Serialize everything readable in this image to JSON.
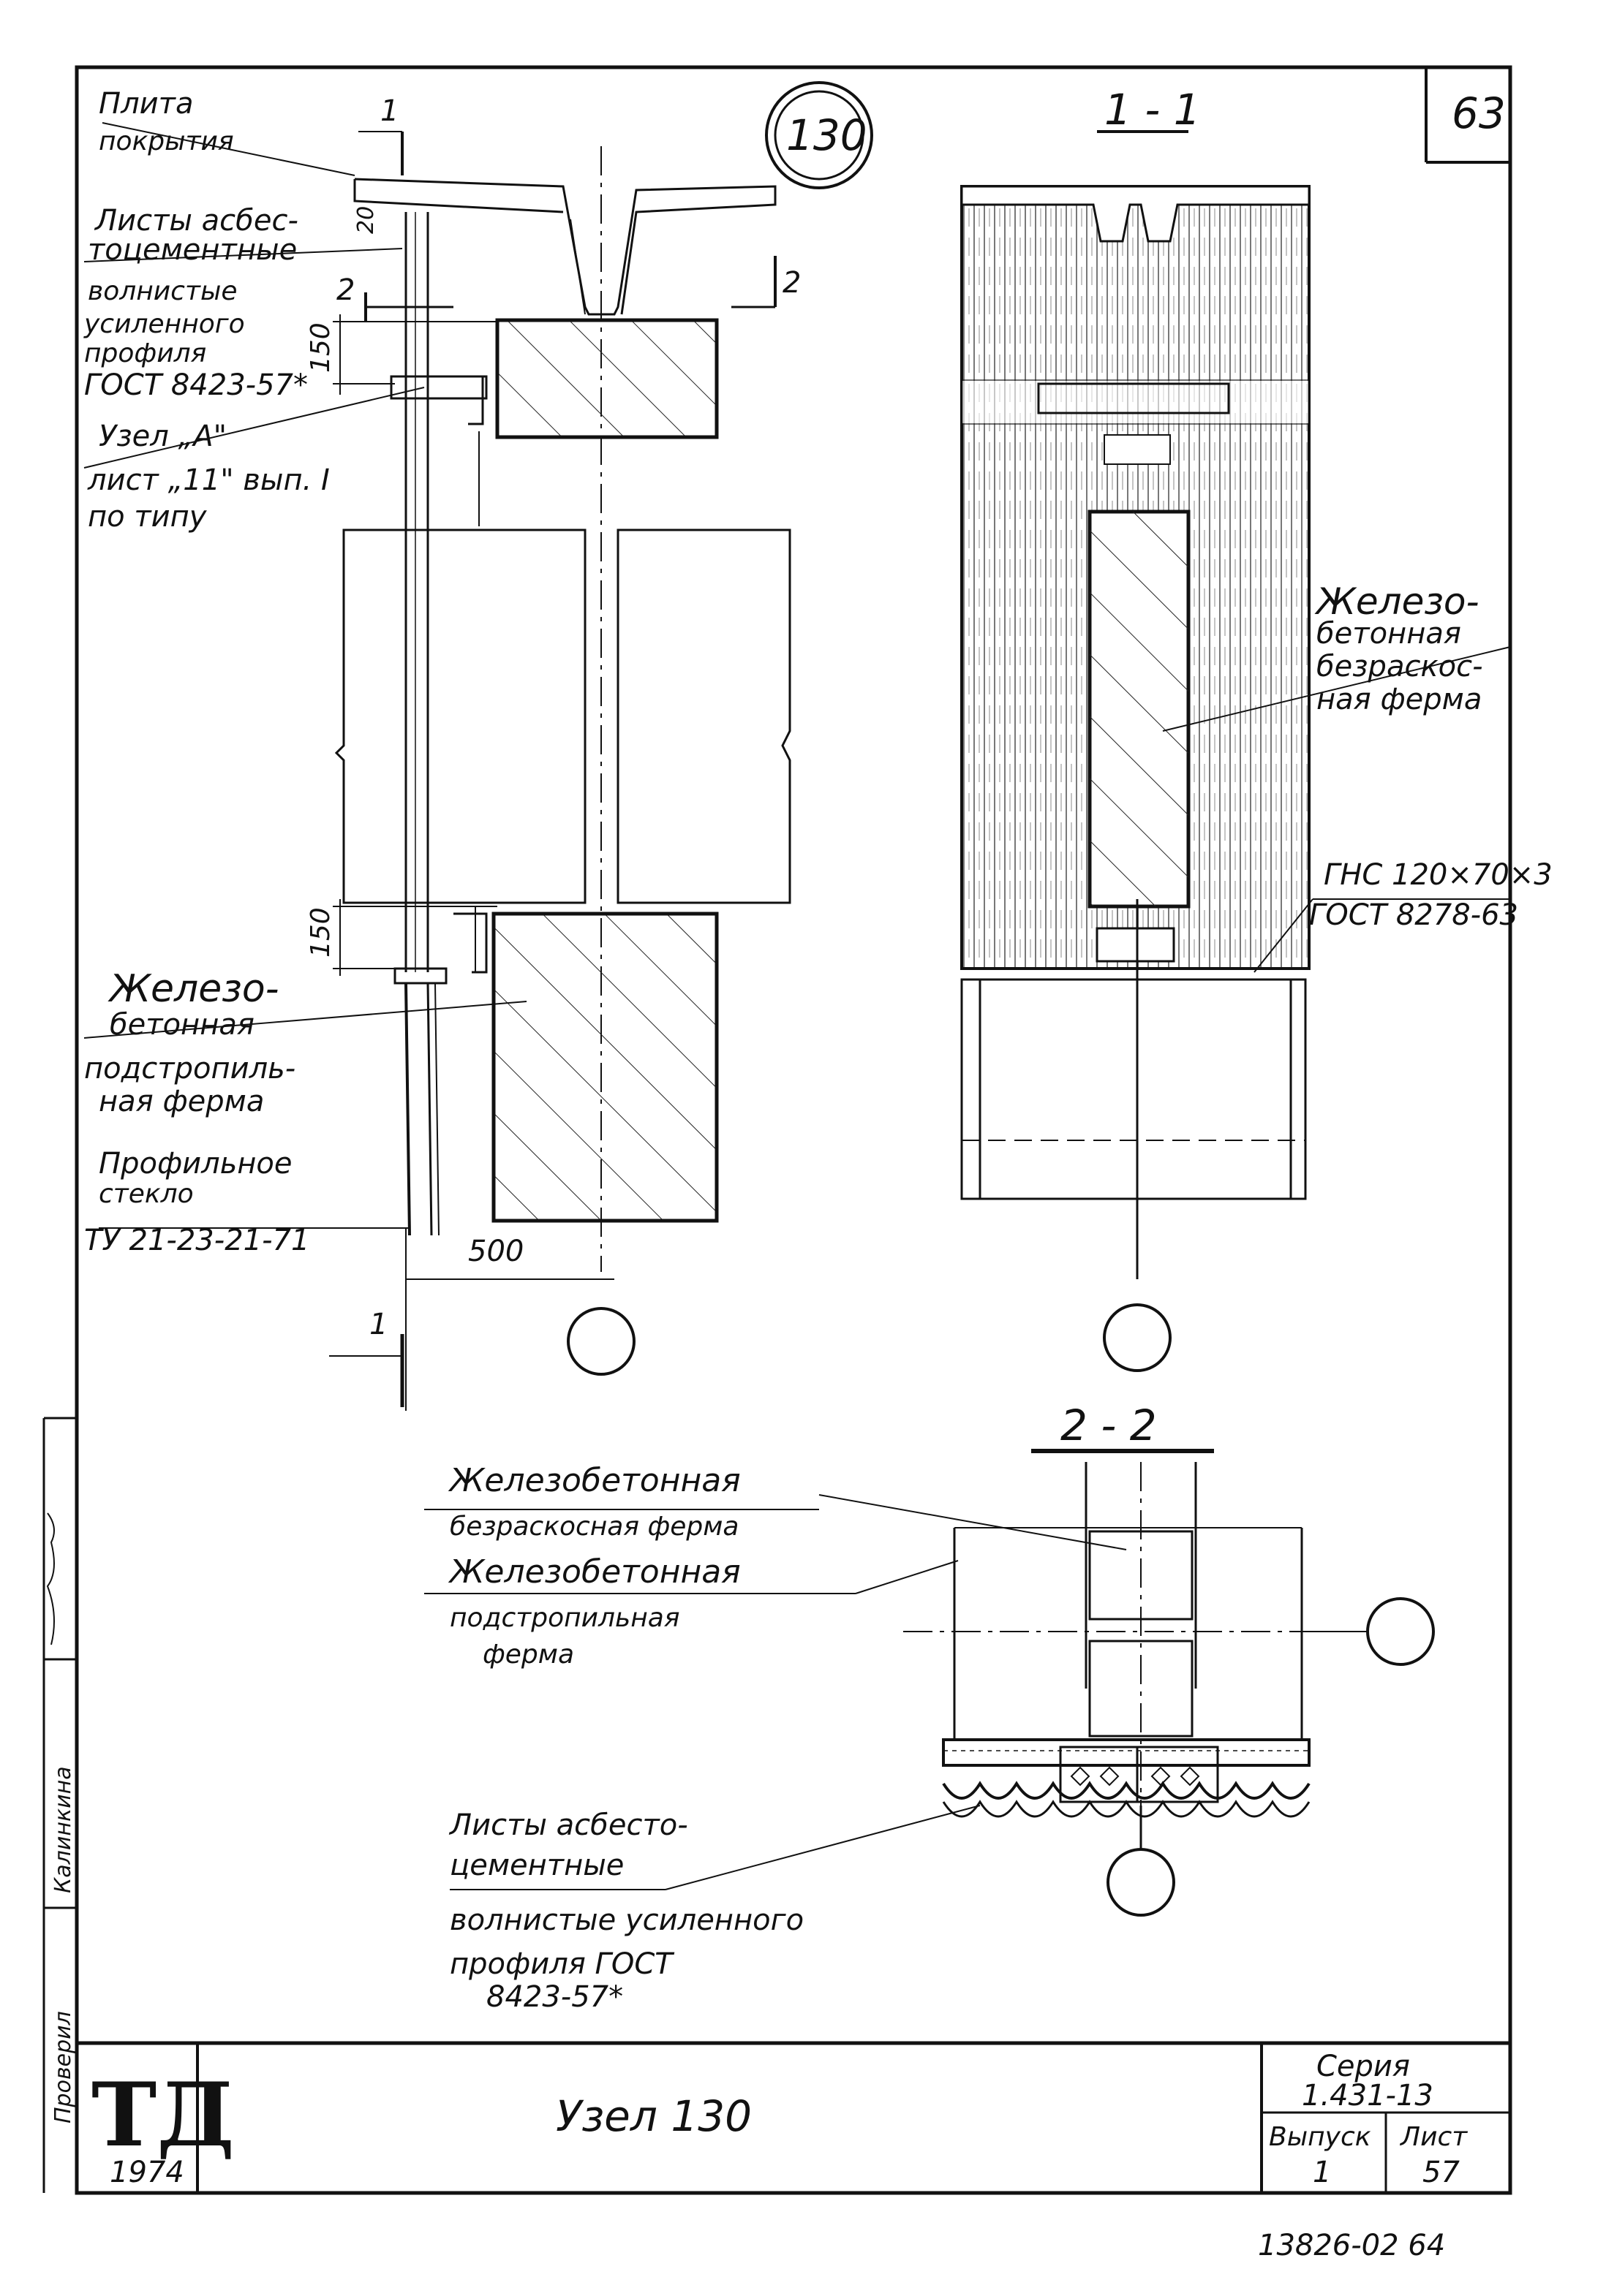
{
  "sheet": {
    "page_number": "63",
    "node_number": "130",
    "bottom_code": "13826-02 64"
  },
  "elevation": {
    "section_mark": "1",
    "cut_mark": "2",
    "dim_150_top": "150",
    "dim_150_bottom": "150",
    "dim_500": "500",
    "dim_20": "20",
    "labels": {
      "roof_slab": [
        "Плита",
        "покрытия"
      ],
      "asbestos_sheets": [
        "Листы асбес-",
        "тоцементные",
        "волнистые",
        "усиленного",
        "профиля",
        "ГОСТ 8423-57*"
      ],
      "node_a": [
        "Узел „А\"",
        "лист „11\" вып. I",
        "по типу"
      ],
      "rc_subtruss": [
        "Железо-",
        "бетонная",
        "подстропиль-",
        "ная ферма"
      ],
      "profile_glass": [
        "Профильное",
        "стекло",
        "ТУ 21-23-21-71"
      ]
    }
  },
  "section_1_1": {
    "title": "1 - 1",
    "labels": {
      "rc_truss": [
        "Железо-",
        "бетонная",
        "безраскос-",
        "ная ферма"
      ],
      "gns": [
        "ГНС 120×70×3",
        "ГОСТ 8278-63"
      ]
    }
  },
  "section_2_2": {
    "title": "2 - 2",
    "labels": {
      "rc_truss": [
        "Железобетонная",
        "безраскосная ферма"
      ],
      "rc_subtruss": [
        "Железобетонная",
        "подстропильная",
        "ферма"
      ],
      "asbestos_sheets": [
        "Листы асбесто-",
        "цементные",
        "волнистые усиленного",
        "профиля ГОСТ",
        "8423-57*"
      ]
    }
  },
  "title_block": {
    "logo": "ТД",
    "year": "1974",
    "name": "Узел 130",
    "series_label": "Серия",
    "series_value": "1.431-13",
    "issue_label": "Выпуск",
    "issue_value": "1",
    "sheet_label": "Лист",
    "sheet_value": "57"
  },
  "side_stamp": {
    "checked": "Проверил",
    "name": "Калинкина"
  },
  "colors": {
    "ink": "#111111",
    "paper": "#ffffff"
  }
}
